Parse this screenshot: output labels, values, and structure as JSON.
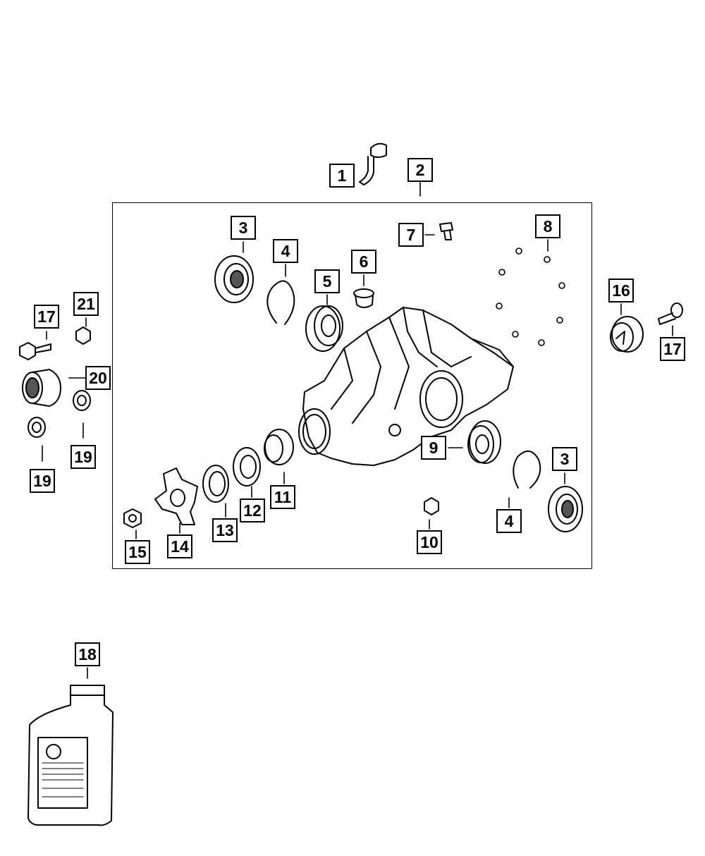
{
  "callouts": [
    {
      "id": "c1",
      "label": "1"
    },
    {
      "id": "c2",
      "label": "2"
    },
    {
      "id": "c3a",
      "label": "3"
    },
    {
      "id": "c3b",
      "label": "3"
    },
    {
      "id": "c4a",
      "label": "4"
    },
    {
      "id": "c4b",
      "label": "4"
    },
    {
      "id": "c5",
      "label": "5"
    },
    {
      "id": "c6",
      "label": "6"
    },
    {
      "id": "c7",
      "label": "7"
    },
    {
      "id": "c8",
      "label": "8"
    },
    {
      "id": "c9",
      "label": "9"
    },
    {
      "id": "c10",
      "label": "10"
    },
    {
      "id": "c11",
      "label": "11"
    },
    {
      "id": "c12",
      "label": "12"
    },
    {
      "id": "c13",
      "label": "13"
    },
    {
      "id": "c14",
      "label": "14"
    },
    {
      "id": "c15",
      "label": "15"
    },
    {
      "id": "c16",
      "label": "16"
    },
    {
      "id": "c17a",
      "label": "17"
    },
    {
      "id": "c17b",
      "label": "17"
    },
    {
      "id": "c18",
      "label": "18"
    },
    {
      "id": "c19a",
      "label": "19"
    },
    {
      "id": "c19b",
      "label": "19"
    },
    {
      "id": "c20",
      "label": "20"
    },
    {
      "id": "c21",
      "label": "21"
    }
  ],
  "colors": {
    "ink": "#000000",
    "paper": "#ffffff",
    "shade": "#555555"
  }
}
